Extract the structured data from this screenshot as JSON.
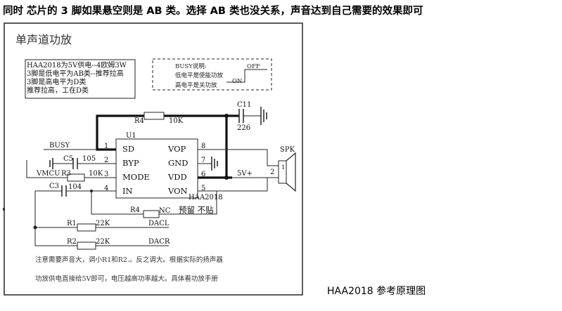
{
  "headline": "同时 芯片的 3 脚如果悬空则是 AB 类。选择 AB 类也没关系，声音达到自己需要的效果即可",
  "caption": "HAA2018 参考原理图",
  "schematic": {
    "title": "单声道功放",
    "note_box": [
      "HAA2018为5V供电--4欧姆3W",
      "3脚是低电平为AB类--推荐拉高",
      "3脚是高电平为D类",
      "推荐拉高，工在D类"
    ],
    "busy_box": {
      "title": "BUSY说明:",
      "line1": "低电平是使能功放",
      "line2": "高电平是关功放",
      "on": "ON",
      "off": "OFF"
    },
    "chip": {
      "ref": "U1",
      "part": "HAA2018",
      "left_pins": [
        {
          "num": "1",
          "name": "SD"
        },
        {
          "num": "2",
          "name": "BYP"
        },
        {
          "num": "3",
          "name": "MODE"
        },
        {
          "num": "4",
          "name": "IN"
        }
      ],
      "right_pins": [
        {
          "num": "8",
          "name": "VOP"
        },
        {
          "num": "7",
          "name": "GND"
        },
        {
          "num": "6",
          "name": "VDD"
        },
        {
          "num": "5",
          "name": "VON"
        }
      ]
    },
    "components": {
      "r4_top": "R4",
      "r4_top_val": "10K",
      "c11": "C11",
      "c11_val": "226",
      "busy_net": "BUSY",
      "c5": "C5",
      "c5_val": "105",
      "vmcu": "VMCU",
      "r3": "R3",
      "r3_val": "10K",
      "c3": "C3",
      "c3_val": "104",
      "r4_bot": "R4",
      "r4_bot_val": "NC",
      "reserve": "预留 不贴",
      "supply": "5V+",
      "spk": "SPK",
      "spk_pin1": "1",
      "spk_pin2": "2",
      "r1": "R1",
      "r1_val": "22K",
      "dacl": "DACL",
      "r2": "R2",
      "r2_val": "22K",
      "dacr": "DACR"
    },
    "footnote": [
      "注意需要声音大，调小R1和R2.。反之调大。根据实际的扬声器",
      "功放供电直接给5V即可，电压越高功率越大。具体看功放手册"
    ]
  }
}
